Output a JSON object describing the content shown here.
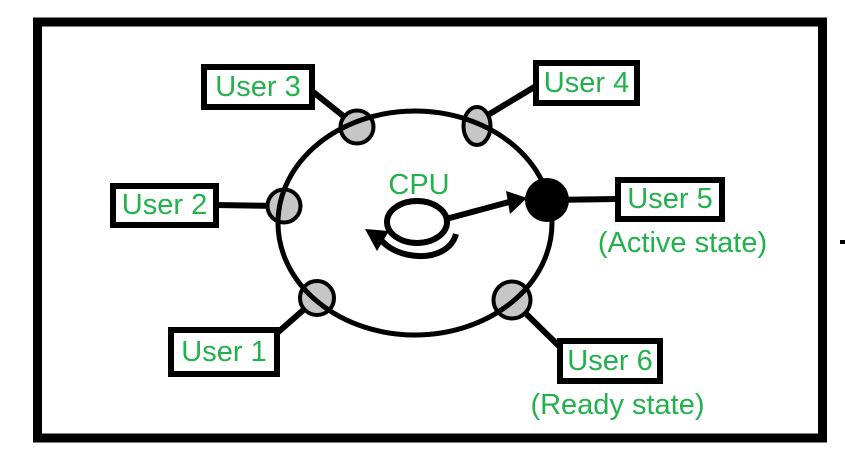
{
  "diagram": {
    "cpu_label": "CPU",
    "users": [
      {
        "label": "User 1"
      },
      {
        "label": "User 2"
      },
      {
        "label": "User 3"
      },
      {
        "label": "User 4"
      },
      {
        "label": "User 5",
        "state_note": "(Active state)"
      },
      {
        "label": "User 6",
        "state_note": "(Ready state)"
      }
    ],
    "node_states": {
      "active_node": "User 5",
      "ready_node": "User 6"
    },
    "colors": {
      "text_green": "#22b14c",
      "node_gray": "#c6c6c6",
      "line_black": "#000000",
      "background": "#ffffff"
    }
  }
}
